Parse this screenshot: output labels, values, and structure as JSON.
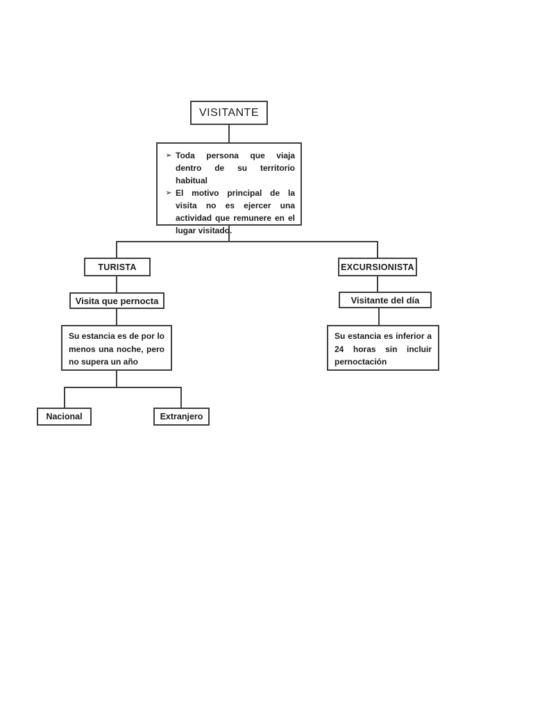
{
  "page": {
    "background": "#ffffff",
    "line_color": "#3d3d3d",
    "border_color": "#3d3d3d",
    "text_color": "#1a1a1a"
  },
  "diagram": {
    "root": {
      "label": "VISITANTE"
    },
    "definition": {
      "bullet_char": "➢",
      "items": [
        "Toda persona que viaja dentro de su territorio habitual",
        "El motivo principal de la visita no es ejercer una actividad que remunere en el lugar visitado."
      ]
    },
    "branches": {
      "turista": {
        "title": "TURISTA",
        "subtitle": "Visita que pernocta",
        "description": "Su estancia es de por lo menos una noche, pero no supera un año",
        "children": [
          "Nacional",
          "Extranjero"
        ]
      },
      "excursionista": {
        "title": "EXCURSIONISTA",
        "subtitle": "Visitante del día",
        "description": "Su estancia es inferior a 24 horas sin incluir pernoctación"
      }
    }
  }
}
